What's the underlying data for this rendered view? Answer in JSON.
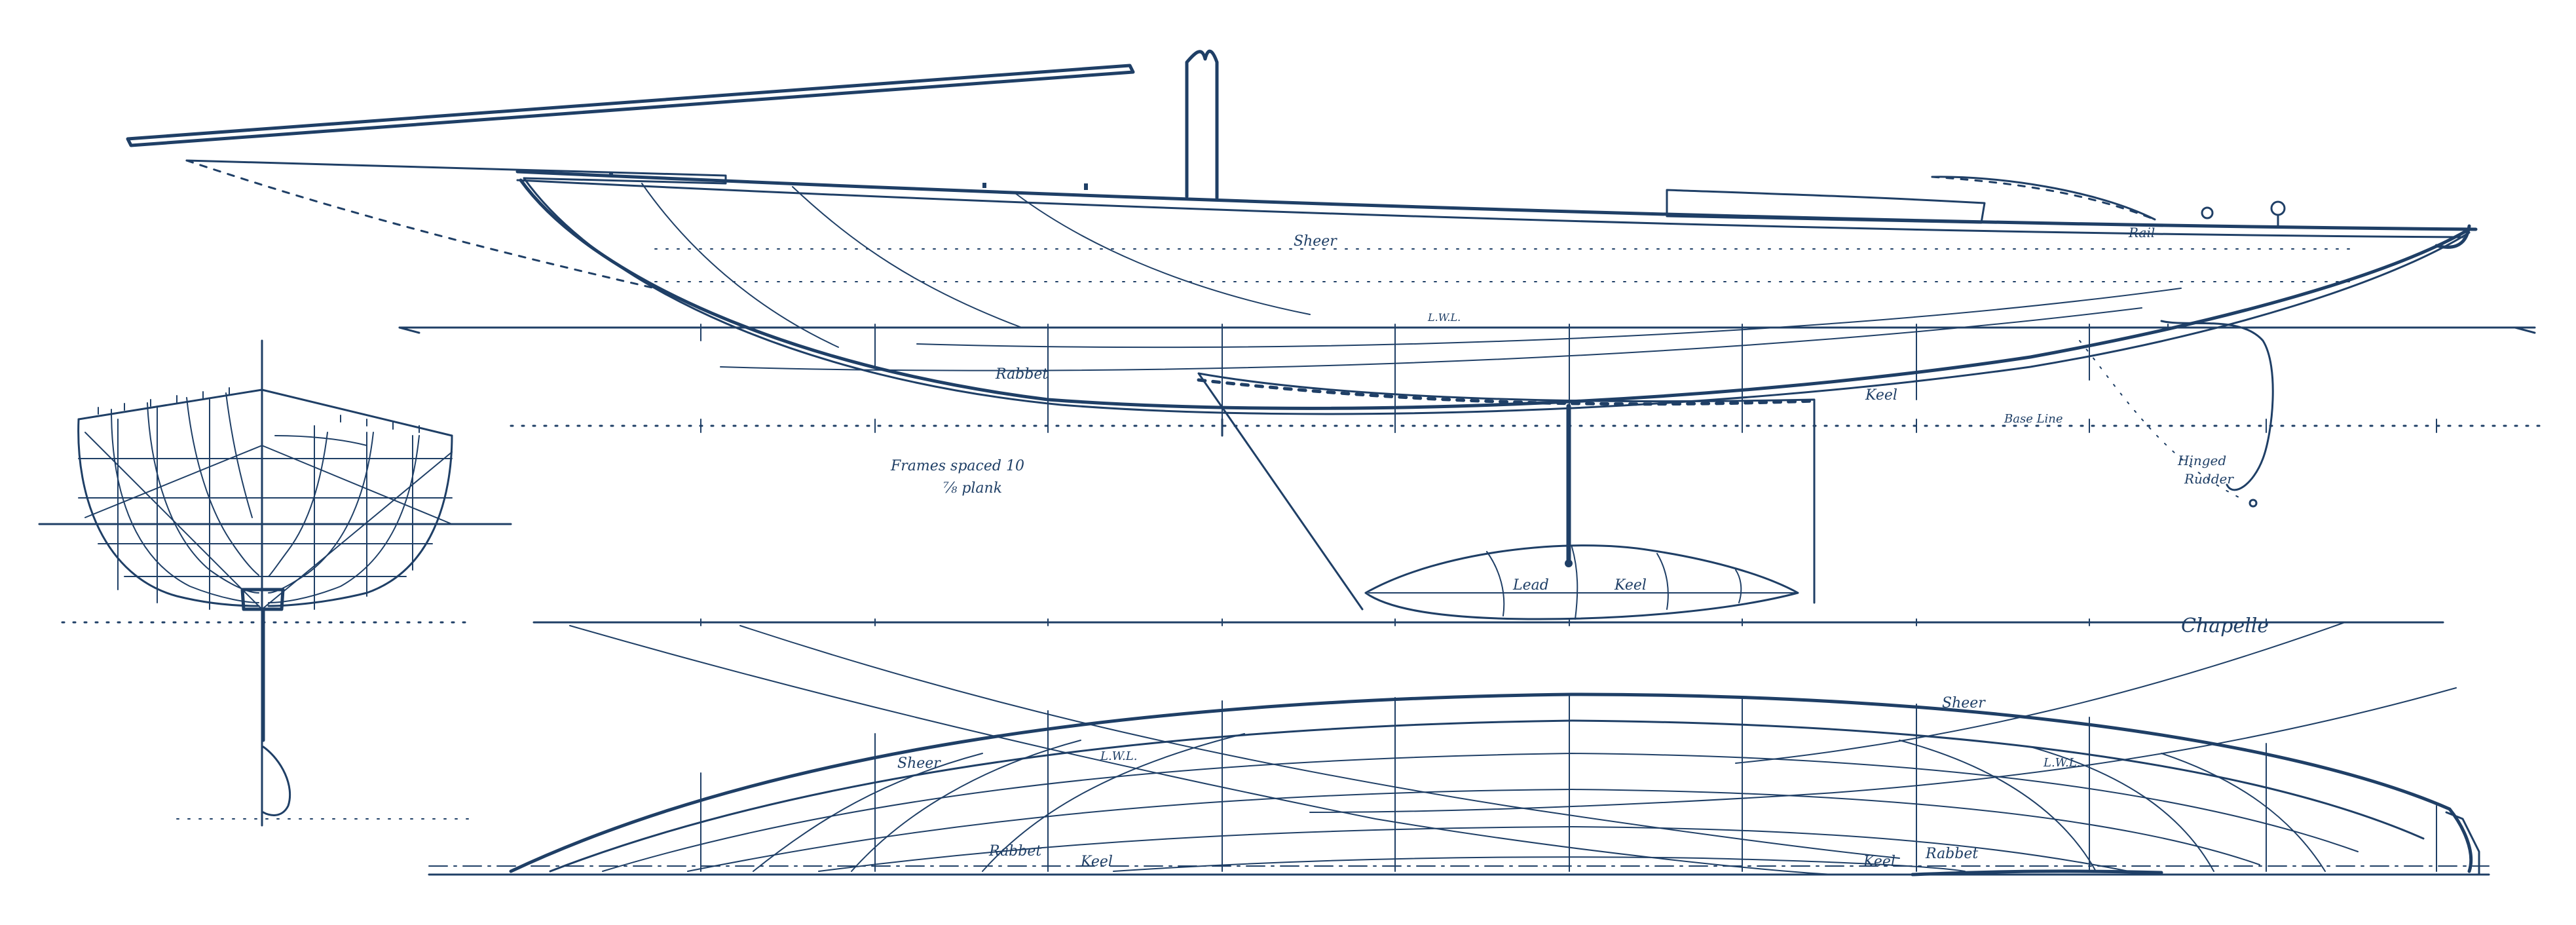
{
  "labels": {
    "sheer_profile": "Sheer",
    "rail": "Rail",
    "lwl_profile": "L.W.L.",
    "rabbet_profile": "Rabbet",
    "keel_profile": "Keel",
    "base_line": "Base Line",
    "hinged_rudder_1": "Hinged",
    "hinged_rudder_2": "Rudder",
    "frames_1": "Frames spaced 10",
    "frames_2": "⅞ plank",
    "lead": "Lead",
    "keel_section": "Keel",
    "signature": "Chapelle",
    "sheer_plan_right": "Sheer",
    "sheer_plan_left": "Sheer",
    "lwl_plan_left": "L.W.L.",
    "lwl_plan_right": "L.W.L.",
    "rabbet_plan_left": "Rabbet",
    "keel_plan_left": "Keel",
    "keel_plan_right": "Keel",
    "rabbet_plan_right": "Rabbet"
  },
  "colors": {
    "ink": "#1f3f66",
    "paper": "#ffffff"
  }
}
